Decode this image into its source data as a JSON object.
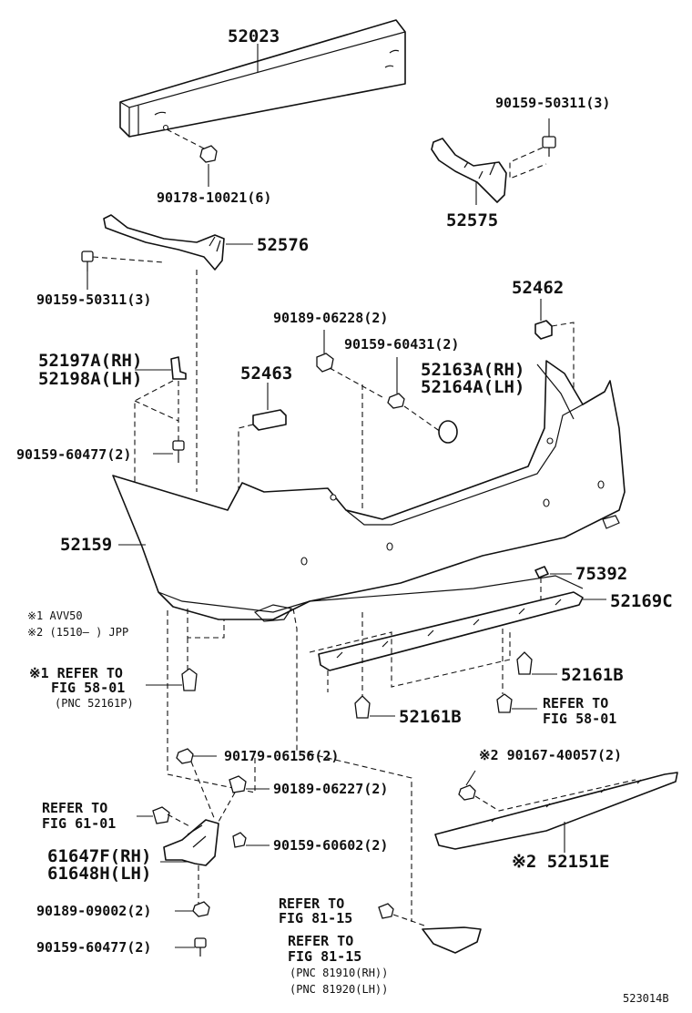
{
  "diagram_id": "523014B",
  "notes": {
    "note1": "※1 AVV50",
    "note2": "※2 (1510—    ) JPP"
  },
  "parts": {
    "p52023": "52023",
    "p90178": "90178-10021(6)",
    "p90159_a": "90159-50311(3)",
    "p52575": "52575",
    "p52576": "52576",
    "p90159_b": "90159-50311(3)",
    "p52462": "52462",
    "p90189_06228": "90189-06228(2)",
    "p90159_60431": "90159-60431(2)",
    "p52163A": "52163A(RH)",
    "p52164A": "52164A(LH)",
    "p52197A": "52197A(RH)",
    "p52198A": "52198A(LH)",
    "p52463": "52463",
    "p90159_60477_a": "90159-60477(2)",
    "p52159": "52159",
    "p75392": "75392",
    "p52169C": "52169C",
    "refer_58_a_1": "※1 REFER TO",
    "refer_58_a_2": "FIG 58-01",
    "refer_58_a_3": "(PNC 52161P)",
    "p52161B_a": "52161B",
    "p52161B_b": "52161B",
    "refer_58_b_1": "REFER TO",
    "refer_58_b_2": "FIG 58-01",
    "p90179": "90179-06156(2)",
    "p90189_06227": "90189-06227(2)",
    "refer_61_1": "REFER TO",
    "refer_61_2": "FIG 61-01",
    "p90159_60602": "90159-60602(2)",
    "p61647F": "61647F(RH)",
    "p61648H": "61648H(LH)",
    "p90189_09002": "90189-09002(2)",
    "p90159_60477_b": "90159-60477(2)",
    "refer_81_a_1": "REFER TO",
    "refer_81_a_2": "FIG 81-15",
    "refer_81_b_1": "REFER TO",
    "refer_81_b_2": "FIG 81-15",
    "refer_81_b_3": "(PNC 81910(RH))",
    "refer_81_b_4": "(PNC 81920(LH))",
    "p90167": "※2 90167-40057(2)",
    "p52151E": "※2 52151E"
  }
}
